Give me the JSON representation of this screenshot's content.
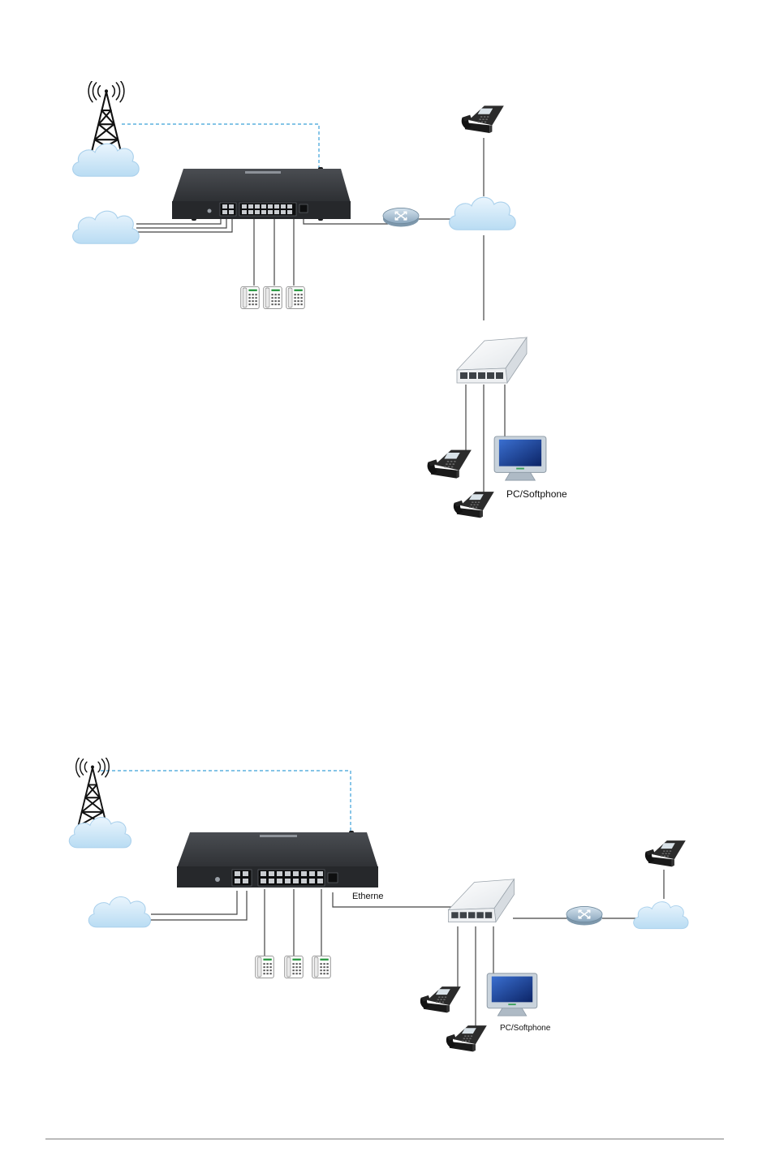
{
  "diagrams": [
    {
      "pc_label": "PC/Softphone",
      "ethernet_label": ""
    },
    {
      "pc_label": "PC/Softphone",
      "ethernet_label": "Etherne"
    }
  ],
  "icons": {
    "tower": "cell-tower-icon",
    "cloud": "cloud-icon",
    "gateway": "gateway-device-icon",
    "router": "router-icon",
    "switch": "network-switch-icon",
    "ip_phone": "ip-phone-icon",
    "analog_phone": "analog-phone-icon",
    "monitor": "pc-monitor-icon"
  },
  "colors": {
    "dashed_link": "#3ba0d8",
    "cable": "#444444",
    "gateway_body": "#2d2f33",
    "cloud_fill": "#cfe8f8",
    "router_fill": "#9fb7c9",
    "monitor_screen": "#1c3f8f"
  }
}
